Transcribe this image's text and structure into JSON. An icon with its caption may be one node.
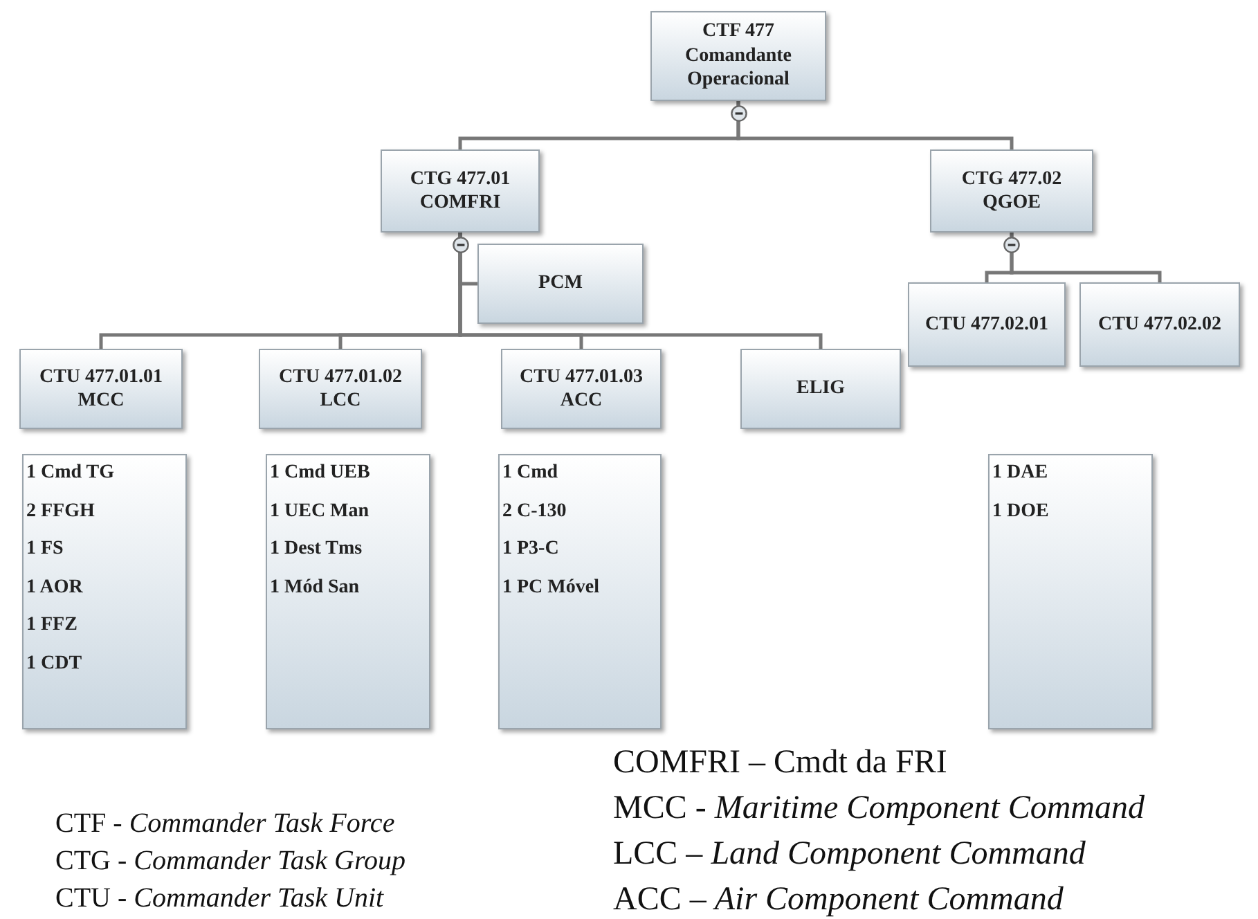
{
  "diagram": {
    "nodes": [
      {
        "text": [
          "CTF 477 Comandante Operacional"
        ]
      },
      {
        "text": [
          "CTG 477.01 COMFRI"
        ]
      },
      {
        "text": [
          "CTG 477.02 QGOE"
        ]
      },
      {
        "text": [
          "PCM"
        ]
      },
      {
        "text": [
          "CTU 477.01.01 MCC"
        ]
      },
      {
        "text": [
          "CTU 477.01.02 LCC"
        ]
      },
      {
        "text": [
          "CTU 477.01.03 ACC"
        ]
      },
      {
        "text": [
          "ELIG"
        ]
      },
      {
        "text": [
          "CTU 477.02.01"
        ]
      },
      {
        "text": [
          "CTU 477.02.02"
        ]
      },
      {
        "text": [
          "1 Cmd TG",
          "2 FFGH",
          "1 FS",
          "1 AOR",
          "1 FFZ",
          "1 CDT"
        ]
      },
      {
        "text": [
          "1 Cmd UEB",
          "1 UEC Man",
          "1 Dest Tms",
          "1 Mód San"
        ]
      },
      {
        "text": [
          "1 Cmd",
          "2 C-130",
          "1 P3-C",
          "1 PC Móvel"
        ]
      },
      {
        "text": [
          "1 DAE",
          "1 DOE"
        ]
      }
    ],
    "edges": [
      {
        "from": 0,
        "to": 1,
        "arrow": "none"
      },
      {
        "from": 0,
        "to": 2,
        "arrow": "none"
      },
      {
        "from": 1,
        "to": 3,
        "arrow": "none"
      },
      {
        "from": 1,
        "to": 4,
        "arrow": "none"
      },
      {
        "from": 1,
        "to": 5,
        "arrow": "none"
      },
      {
        "from": 1,
        "to": 6,
        "arrow": "none"
      },
      {
        "from": 1,
        "to": 7,
        "arrow": "none"
      },
      {
        "from": 2,
        "to": 8,
        "arrow": "none"
      },
      {
        "from": 2,
        "to": 9,
        "arrow": "none"
      }
    ],
    "labels": [
      "COMFRI – Cmdt da FRI",
      "CTF - *Commander Task Force*",
      "MCC - *Maritime Component Command*",
      "CTG - *Commander Task Group*",
      "LCC – *Land Component Command*",
      "CTU - *Commander Task Unit*",
      "ACC – *Air Component Command*"
    ]
  }
}
